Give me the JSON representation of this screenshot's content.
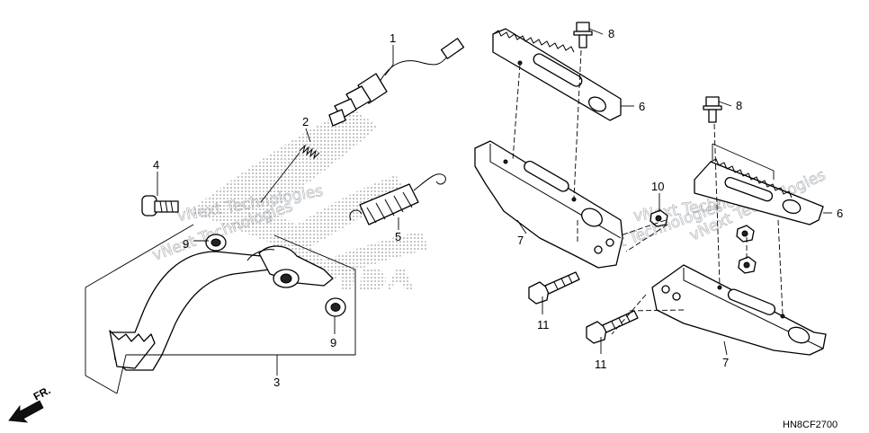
{
  "diagram": {
    "drawing_code": "HN8CF2700",
    "front_label": "FR.",
    "watermark_text": "vNext Technologies",
    "callouts": [
      {
        "id": "c1",
        "label": "1"
      },
      {
        "id": "c2",
        "label": "2"
      },
      {
        "id": "c3",
        "label": "3"
      },
      {
        "id": "c4",
        "label": "4"
      },
      {
        "id": "c5",
        "label": "5"
      },
      {
        "id": "c6a",
        "label": "6"
      },
      {
        "id": "c6b",
        "label": "6"
      },
      {
        "id": "c7a",
        "label": "7"
      },
      {
        "id": "c7b",
        "label": "7"
      },
      {
        "id": "c8a",
        "label": "8"
      },
      {
        "id": "c8b",
        "label": "8"
      },
      {
        "id": "c9a",
        "label": "9"
      },
      {
        "id": "c9b",
        "label": "9"
      },
      {
        "id": "c10",
        "label": "10"
      },
      {
        "id": "c11a",
        "label": "11"
      },
      {
        "id": "c11b",
        "label": "11"
      }
    ]
  }
}
